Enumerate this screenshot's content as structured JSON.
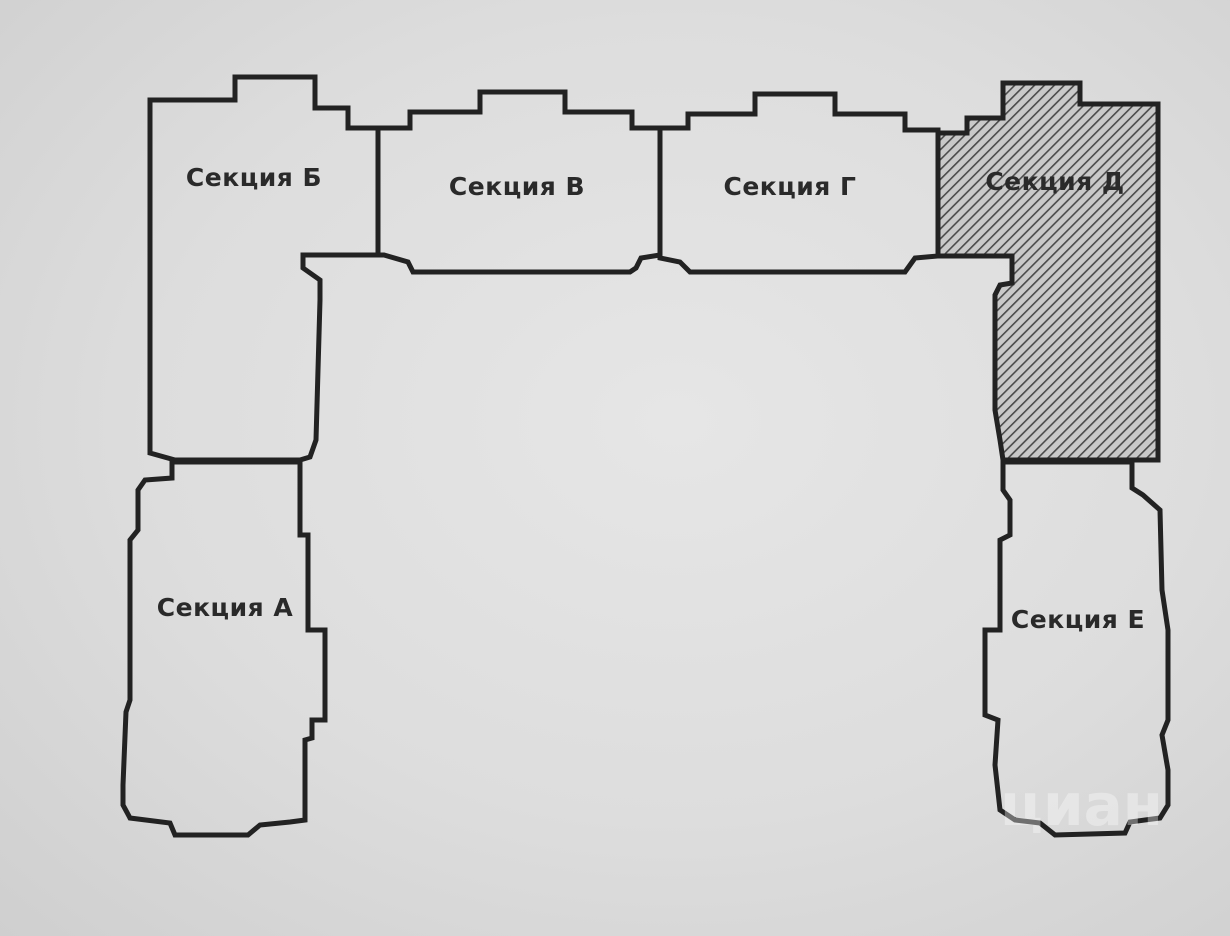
{
  "plan": {
    "sections": [
      {
        "id": "a",
        "label": "Секция А",
        "highlighted": false
      },
      {
        "id": "b",
        "label": "Секция Б",
        "highlighted": false
      },
      {
        "id": "v",
        "label": "Секция В",
        "highlighted": false
      },
      {
        "id": "g",
        "label": "Секция Г",
        "highlighted": false
      },
      {
        "id": "d",
        "label": "Секция Д",
        "highlighted": true
      },
      {
        "id": "e",
        "label": "Секция Е",
        "highlighted": false
      }
    ],
    "highlight_color": "#555555",
    "wall_color": "#222222"
  },
  "watermark": {
    "text": "циан"
  }
}
